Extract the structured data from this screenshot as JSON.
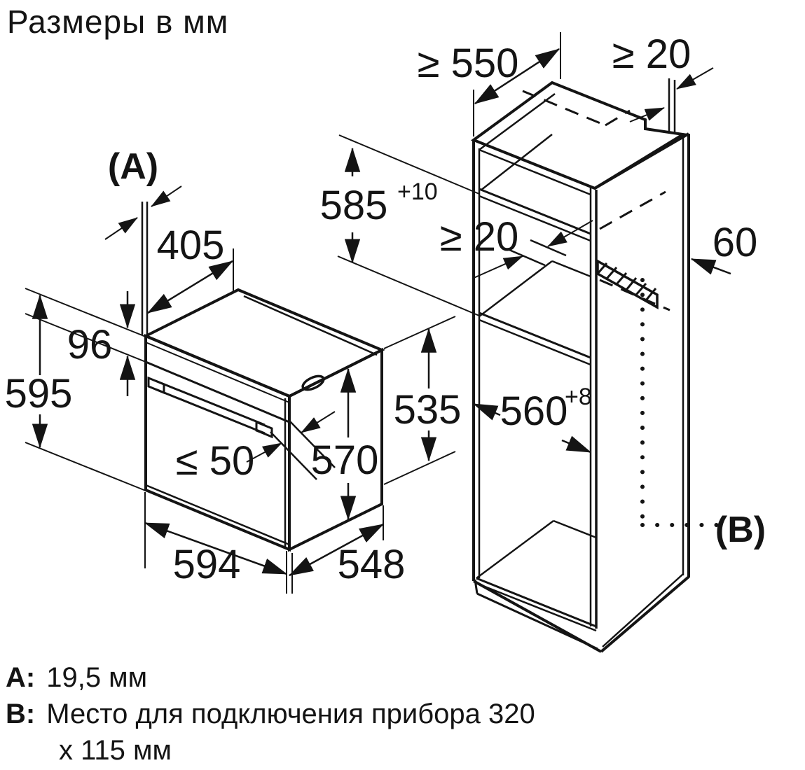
{
  "title": "Размеры в мм",
  "colors": {
    "ink": "#141414",
    "background": "#ffffff"
  },
  "drawing": {
    "oven": {
      "label_a": "(A)",
      "dim_top_depth": "405",
      "dim_panel_height": "96",
      "dim_front_height": "595",
      "dim_handle_clearance": "≤ 50",
      "dim_door_height": "570",
      "dim_body_height": "535",
      "dim_width": "594",
      "dim_body_depth": "548"
    },
    "cabinet": {
      "dim_min_depth": "≥ 550",
      "dim_rear_gap_top": "≥ 20",
      "dim_niche_height": "585",
      "dim_niche_height_tolerance": "+10",
      "dim_vent_gap": "≥ 20",
      "dim_rear_channel": "60",
      "dim_niche_width": "560",
      "dim_niche_width_tolerance": "+8",
      "label_b": "(B)"
    }
  },
  "legend": {
    "a_key": "A:",
    "a_value": "19,5 мм",
    "b_key": "B:",
    "b_value_line1": "Место для подключения прибора 320",
    "b_value_line2": "x 115 мм"
  }
}
